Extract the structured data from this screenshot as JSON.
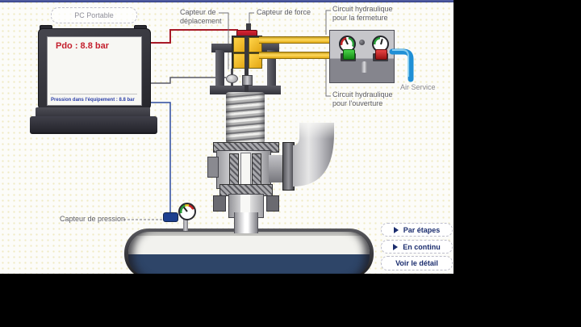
{
  "window": {
    "pc_label": "PC Portable",
    "air_service": "Air Service"
  },
  "laptop_screen": {
    "pdo_value": "Pdo : 8.8 bar",
    "pression_value": "Pression dans l'équipement : 8.8 bar"
  },
  "sensor_labels": {
    "deplacement_line1": "Capteur de",
    "deplacement_line2": "déplacement",
    "force": "Capteur de force",
    "fermeture_line1": "Circuit hydraulique",
    "fermeture_line2": "pour la fermeture",
    "ouverture_line1": "Circuit hydraulique",
    "ouverture_line2": "pour l'ouverture",
    "pression": "Capteur de pression"
  },
  "buttons": [
    {
      "label": "Par étapes",
      "icon": "play-icon"
    },
    {
      "label": "En continu",
      "icon": "play-icon"
    },
    {
      "label": "Voir le détail",
      "icon": null
    }
  ],
  "colors": {
    "wire_displacement": "#a81a28",
    "wire_force": "#5a5a66",
    "wire_pressure": "#2b4a9e",
    "hydraulic_tube": "#ffd95c",
    "air_tube": "#1f8fd6",
    "button_text": "#1b2d6e",
    "pdo_text": "#c41f2d",
    "pression_text": "#2b3fa8",
    "top_border": "#333f86"
  }
}
